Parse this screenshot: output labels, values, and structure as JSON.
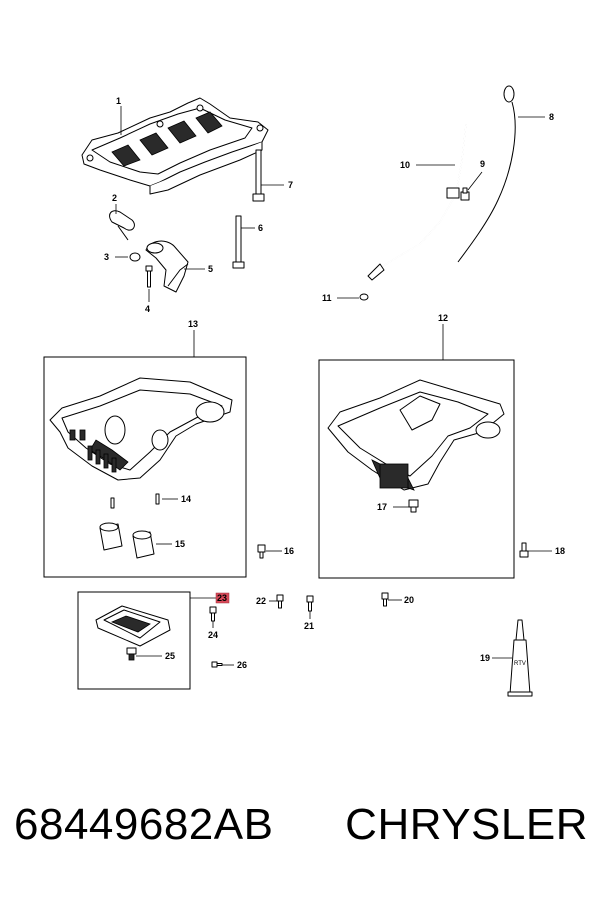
{
  "callouts": {
    "c1": "1",
    "c2": "2",
    "c3": "3",
    "c4": "4",
    "c5": "5",
    "c6": "6",
    "c7": "7",
    "c8": "8",
    "c9": "9",
    "c10": "10",
    "c11": "11",
    "c12": "12",
    "c13": "13",
    "c14": "14",
    "c15": "15",
    "c16": "16",
    "c17": "17",
    "c18": "18",
    "c19": "19",
    "c20": "20",
    "c21": "21",
    "c22": "22",
    "c23": "23",
    "c24": "24",
    "c25": "25",
    "c26": "26"
  },
  "highlight_color": "#d94a5a",
  "tube_label": "RTV",
  "footer": {
    "part_number": "68449682AB",
    "brand": "CHRYSLER"
  }
}
